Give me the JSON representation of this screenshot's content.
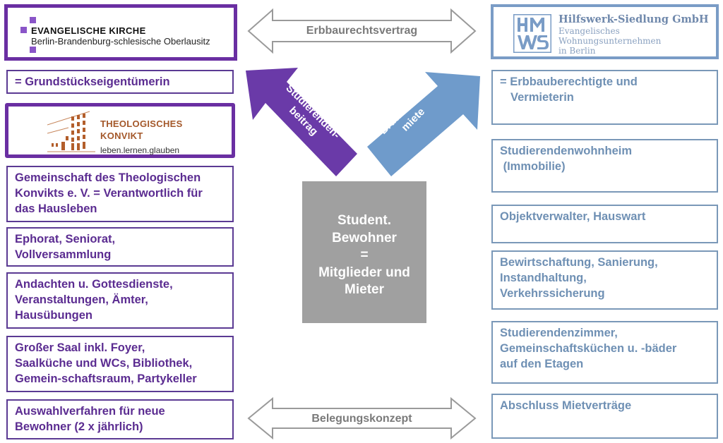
{
  "left_org": {
    "logo": {
      "icon": "cross-squares-icon",
      "title": "EVANGELISCHE KIRCHE",
      "subtitle": "Berlin-Brandenburg-schlesische Oberlausitz"
    },
    "role": "= Grundstückseigentümerin",
    "konvikt_logo": {
      "icon": "building-icon",
      "title_line1": "THEOLOGISCHES",
      "title_line2": "KONVIKT",
      "tagline": "leben.lernen.glauben"
    },
    "boxes": [
      {
        "lines": [
          "Gemeinschaft des Theologischen",
          "Konvikts e. V. = Verantwortlich für",
          "das Hausleben"
        ]
      },
      {
        "lines": [
          "Ephorat, Seniorat,",
          "Vollversammlung"
        ]
      },
      {
        "lines": [
          "Andachten u. Gottesdienste,",
          "Veranstaltungen, Ämter,",
          "Hausübungen"
        ]
      },
      {
        "lines": [
          "Großer Saal inkl. Foyer,",
          "Saalküche und WCs, Bibliothek,",
          "Gemein-schaftsraum, Partykeller"
        ]
      },
      {
        "lines": [
          "Auswahlverfahren für neue",
          "Bewohner (2 x jährlich)"
        ]
      }
    ]
  },
  "right_org": {
    "logo": {
      "icon": "hws-monogram-icon",
      "name": "Hilfswerk-Siedlung GmbH",
      "sub_lines": [
        "Evangelisches",
        "Wohnungsunternehmen",
        "in Berlin"
      ]
    },
    "role_lines": [
      "= Erbbauberechtigte und",
      "Vermieterin"
    ],
    "boxes": [
      {
        "lines": [
          "Studierendenwohnheim",
          " (Immobilie)"
        ]
      },
      {
        "lines": [
          "Objektverwalter, Hauswart"
        ]
      },
      {
        "lines": [
          "Bewirtschaftung, Sanierung,",
          "Instandhaltung,",
          "Verkehrssicherung"
        ]
      },
      {
        "lines": [
          "Studierendenzimmer,",
          "Gemeinschaftsküchen u. -bäder",
          "auf den Etagen"
        ]
      },
      {
        "lines": [
          "Abschluss Mietverträge"
        ]
      }
    ]
  },
  "connectors": {
    "top": "Erbbaurechtsvertrag",
    "bottom": "Belegungskonzept",
    "left_diagonal": [
      "Studierenden-",
      "beitrag"
    ],
    "right_diagonal": [
      "Bruttowarm-",
      "miete"
    ]
  },
  "center": {
    "lines": [
      "Student.",
      "Bewohner",
      "=",
      "Mitglieder und",
      "Mieter"
    ]
  },
  "colors": {
    "left_purple": "#5b2c91",
    "left_arrow": "#6a3aa8",
    "right_blue": "#6f90b4",
    "right_arrow": "#6f9bcb",
    "center_gray": "#a0a0a0",
    "connector_gray": "#7a7a7a"
  }
}
